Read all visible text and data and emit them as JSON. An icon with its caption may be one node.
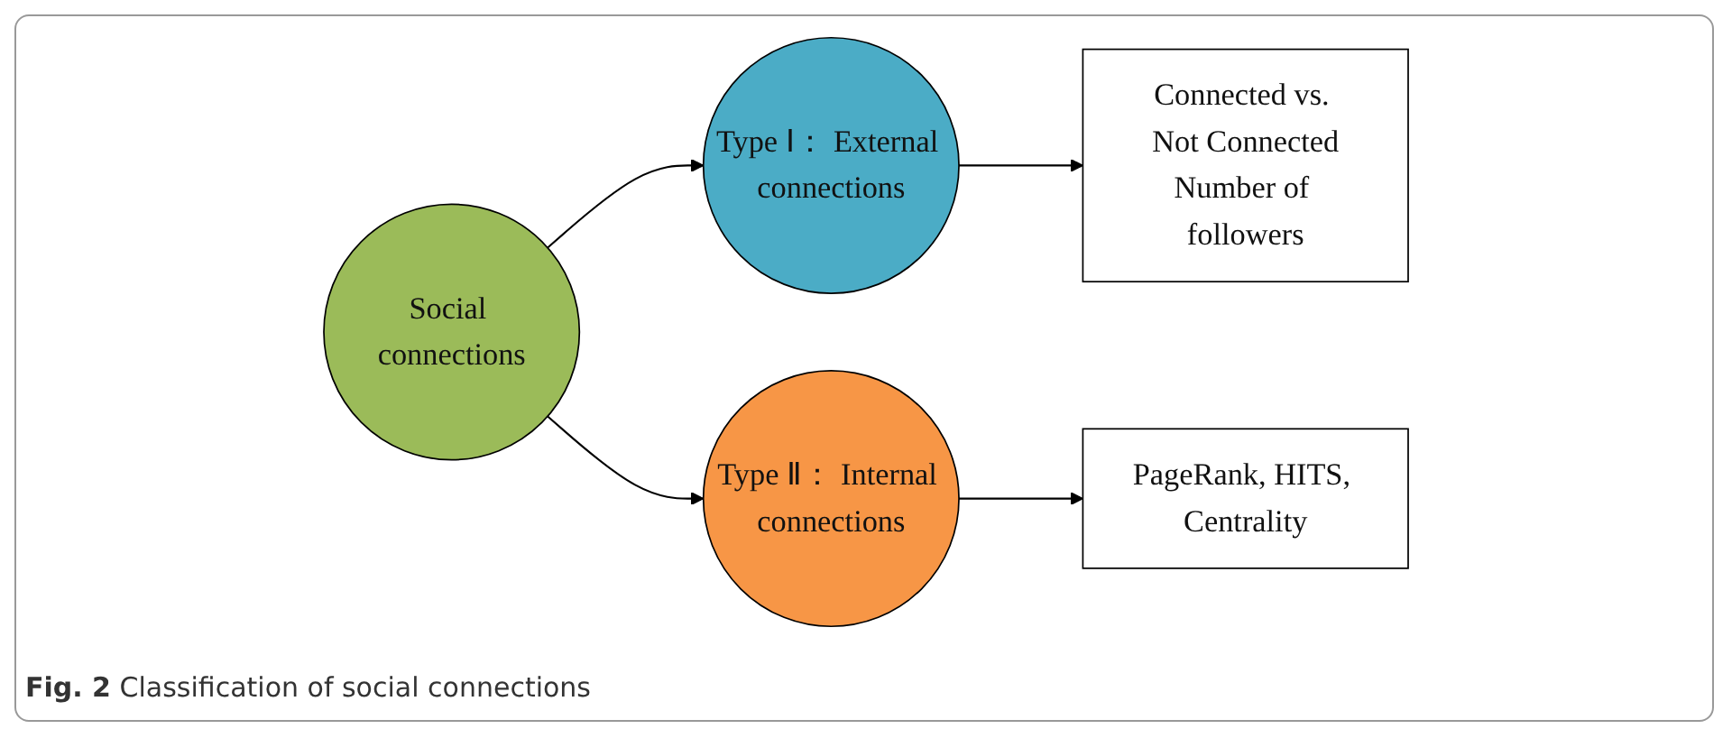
{
  "diagram": {
    "caption": "**Fig. 2** Classification of social connections",
    "nodes": [
      {
        "text": [
          "Social connections"
        ]
      },
      {
        "text": [
          "Type Ⅰ： External connections"
        ]
      },
      {
        "text": [
          "Type Ⅱ： Internal connections"
        ]
      },
      {
        "text": [
          "Connected vs. Not Connected",
          "Number of followers"
        ]
      },
      {
        "text": [
          "PageRank, HITS, Centrality"
        ]
      }
    ],
    "edges": [
      {
        "from": 0,
        "to": 1,
        "arrow": "to"
      },
      {
        "from": 0,
        "to": 2,
        "arrow": "to"
      },
      {
        "from": 1,
        "to": 3,
        "arrow": "to"
      },
      {
        "from": 2,
        "to": 4,
        "arrow": "to"
      }
    ]
  }
}
